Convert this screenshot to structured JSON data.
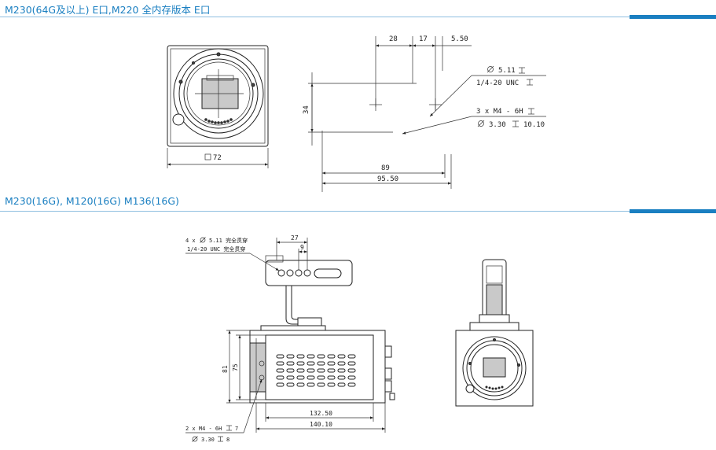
{
  "section1": {
    "title": "M230(64G及以上) E口,M220 全内存版本 E口"
  },
  "section2": {
    "title": "M230(16G), M120(16G) M136(16G)"
  },
  "drawing1": {
    "front_size": "72",
    "side_dims": {
      "d28": "28",
      "d17": "17",
      "d550": "5.50",
      "d34": "34",
      "d89": "89",
      "d9550": "95.50"
    },
    "callout_a_line1": "5.11",
    "callout_a_line2": "1/4-20 UNC",
    "callout_b_line1": "3 x M4 - 6H",
    "callout_b_line2": "3.30",
    "callout_b_depth": "10.10"
  },
  "drawing2": {
    "handle_callout_line1": "5.11 完全贯穿",
    "handle_callout_count": "4 x",
    "handle_callout_line2": "1/4-20 UNC  完全贯穿",
    "d27": "27",
    "d9": "9",
    "d81": "81",
    "d75": "75",
    "d13250": "132.50",
    "d14010": "140.10",
    "bottom_callout_line1": "2 x  M4 - 6H",
    "bottom_callout_depth1": "7",
    "bottom_callout_line2": "3.30",
    "bottom_callout_depth2": "8"
  }
}
